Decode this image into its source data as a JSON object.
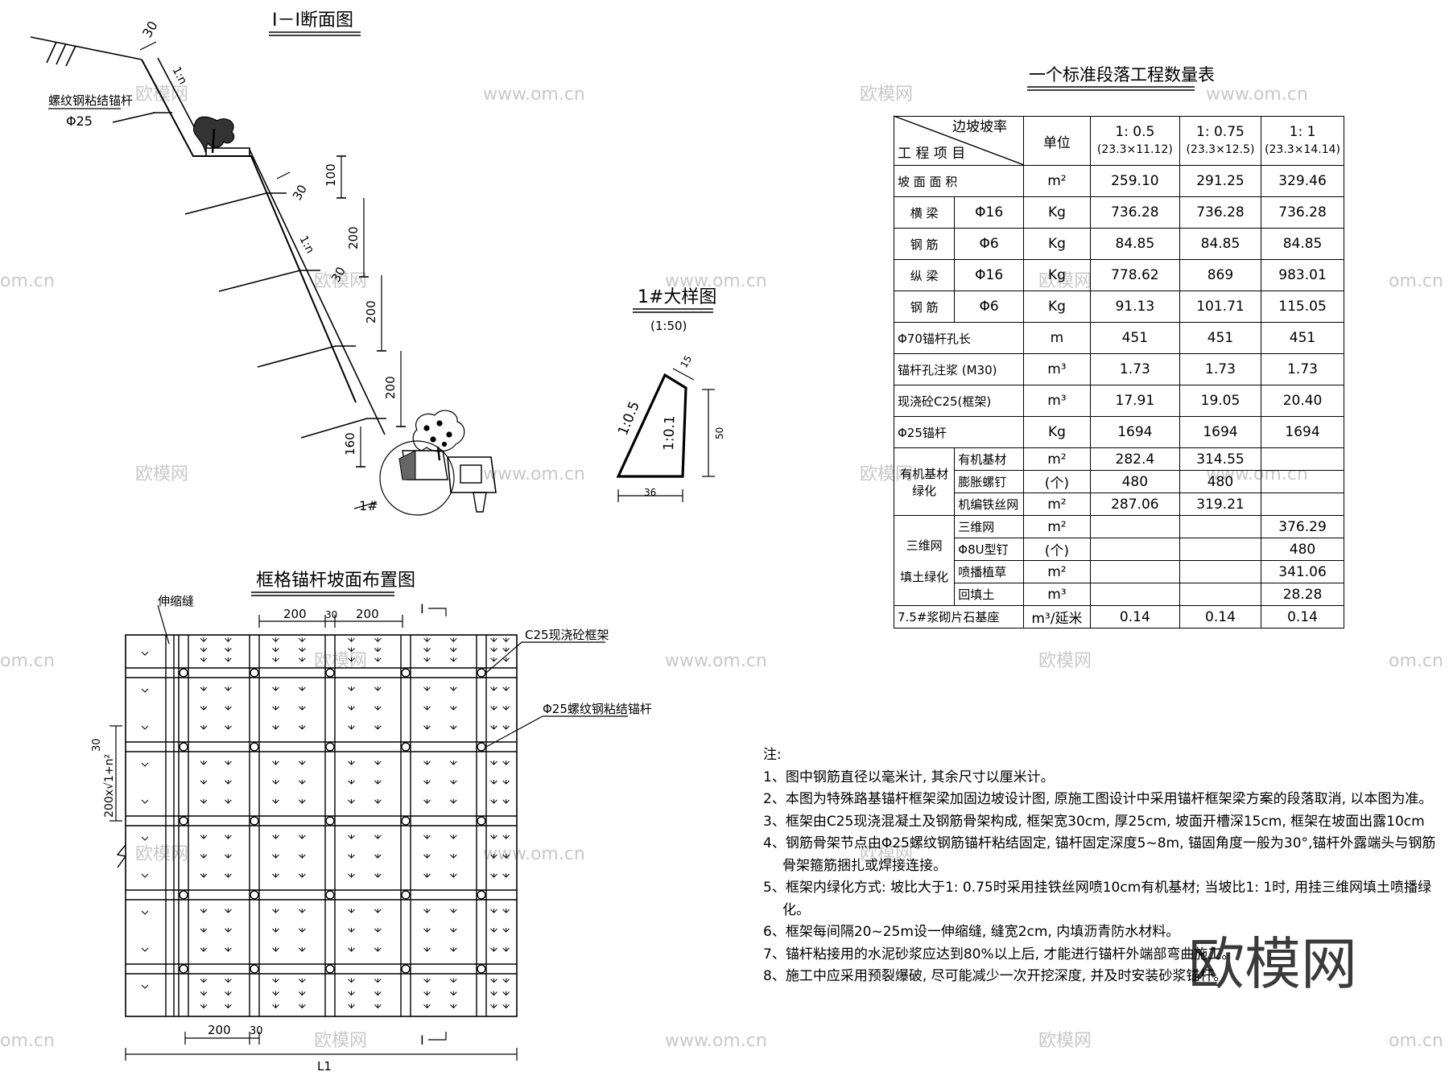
{
  "drawing": {
    "section_title": "I－I断面图",
    "section_labels": {
      "anchor_name": "螺纹钢粘结锚杆",
      "anchor_dia": "Φ25",
      "dim_30": "30",
      "slope_ratio": "1:n",
      "dim_100": "100",
      "dim_200": "200",
      "dim_160": "160",
      "detail_ref": "1#"
    },
    "detail_title": "1#大样图",
    "detail_scale": "(1:50)",
    "detail_labels": {
      "d15": "15",
      "d50": "50",
      "d36": "36",
      "r_outer": "1:0.5",
      "r_inner": "1:0.1"
    },
    "plan_title": "框格锚杆坡面布置图",
    "plan_labels": {
      "expansion_joint": "伸缩缝",
      "frame": "C25现浇砼框架",
      "anchor": "Φ25螺纹钢粘结锚杆",
      "dim_200": "200",
      "dim_30": "30",
      "dim_side": "200x√1+n²",
      "cut_mark": "I",
      "length": "L1"
    }
  },
  "table": {
    "title": "一个标准段落工程数量表",
    "header": {
      "diag_top": "边坡坡率",
      "diag_bottom": "工 程 项 目",
      "unit": "单位",
      "col1_ratio": "1: 0.5",
      "col1_size": "(23.3×11.12)",
      "col2_ratio": "1: 0.75",
      "col2_size": "(23.3×12.5)",
      "col3_ratio": "1: 1",
      "col3_size": "(23.3×14.14)"
    },
    "rows": {
      "area": {
        "label": "坡 面 面 积",
        "unit": "m²",
        "v1": "259.10",
        "v2": "291.25",
        "v3": "329.46"
      },
      "hb": {
        "group_top": "横 梁",
        "group_bottom": "钢 筋",
        "r1": {
          "item": "Φ16",
          "unit": "Kg",
          "v1": "736.28",
          "v2": "736.28",
          "v3": "736.28"
        },
        "r2": {
          "item": "Φ6",
          "unit": "Kg",
          "v1": "84.85",
          "v2": "84.85",
          "v3": "84.85"
        }
      },
      "vb": {
        "group_top": "纵 梁",
        "group_bottom": "钢 筋",
        "r1": {
          "item": "Φ16",
          "unit": "Kg",
          "v1": "778.62",
          "v2": "869",
          "v3": "983.01"
        },
        "r2": {
          "item": "Φ6",
          "unit": "Kg",
          "v1": "91.13",
          "v2": "101.71",
          "v3": "115.05"
        }
      },
      "hole": {
        "label": "Φ70锚杆孔长",
        "unit": "m",
        "v1": "451",
        "v2": "451",
        "v3": "451"
      },
      "grout": {
        "label": "锚杆孔注浆 (M30)",
        "unit": "m³",
        "v1": "1.73",
        "v2": "1.73",
        "v3": "1.73"
      },
      "concrete": {
        "label": "现浇砼C25(框架)",
        "unit": "m³",
        "v1": "17.91",
        "v2": "19.05",
        "v3": "20.40"
      },
      "bolt": {
        "label": "Φ25锚杆",
        "unit": "Kg",
        "v1": "1694",
        "v2": "1694",
        "v3": "1694"
      },
      "organic": {
        "group_top": "有机基材",
        "group_bottom": "绿化",
        "r1": {
          "item": "有机基材",
          "unit": "m²",
          "v1": "282.4",
          "v2": "314.55",
          "v3": ""
        },
        "r2": {
          "item": "膨胀螺钉",
          "unit": "(个)",
          "v1": "480",
          "v2": "480",
          "v3": ""
        },
        "r3": {
          "item": "机编铁丝网",
          "unit": "m²",
          "v1": "287.06",
          "v2": "319.21",
          "v3": ""
        }
      },
      "net3d": {
        "group_top": "三维网",
        "group_bottom": "填土绿化",
        "r1": {
          "item": "三维网",
          "unit": "m²",
          "v1": "",
          "v2": "",
          "v3": "376.29"
        },
        "r2": {
          "item": "Φ8U型钉",
          "unit": "(个)",
          "v1": "",
          "v2": "",
          "v3": "480"
        },
        "r3": {
          "item": "喷播植草",
          "unit": "m²",
          "v1": "",
          "v2": "",
          "v3": "341.06"
        },
        "r4": {
          "item": "回填土",
          "unit": "m³",
          "v1": "",
          "v2": "",
          "v3": "28.28"
        }
      },
      "base": {
        "label": "7.5#浆砌片石基座",
        "unit": "m³/延米",
        "v1": "0.14",
        "v2": "0.14",
        "v3": "0.14"
      }
    }
  },
  "notes": {
    "title": "注:",
    "items": [
      "1、图中钢筋直径以毫米计, 其余尺寸以厘米计。",
      "2、本图为特殊路基锚杆框架梁加固边坡设计图, 原施工图设计中采用锚杆框架梁方案的段落取消, 以本图为准。",
      "3、框架由C25现浇混凝土及钢筋骨架构成, 框架宽30cm, 厚25cm, 坡面开槽深15cm, 框架在坡面出露10cm",
      "4、钢筋骨架节点由Φ25螺纹钢筋锚杆粘结固定, 锚杆固定深度5~8m, 锚固角度一般为30°,锚杆外露端头与钢筋骨架箍筋捆扎或焊接连接。",
      "5、框架内绿化方式: 坡比大于1: 0.75时采用挂铁丝网喷10cm有机基材; 当坡比1: 1时, 用挂三维网填土喷播绿化。",
      "6、框架每间隔20~25m设一伸缩缝, 缝宽2cm, 内填沥青防水材料。",
      "7、锚杆粘接用的水泥砂浆应达到80%以上后, 才能进行锚杆外端部弯曲施工。",
      "8、施工中应采用预裂爆破, 尽可能减少一次开挖深度, 并及时安装砂浆锚杆。"
    ]
  },
  "watermark": {
    "small_cn": "欧模网",
    "small_url": "www.om.cn",
    "edge_url": "om.cn",
    "big": "欧模网"
  }
}
